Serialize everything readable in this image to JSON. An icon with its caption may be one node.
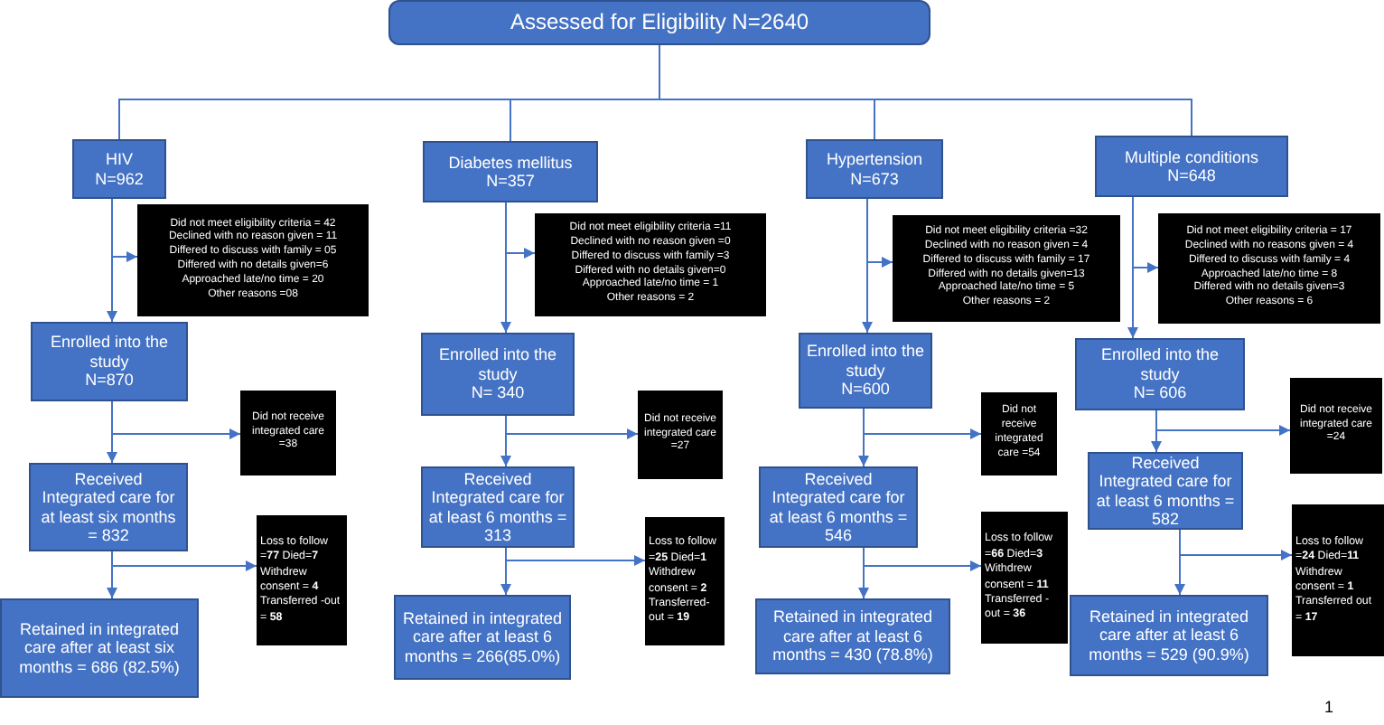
{
  "diagram": {
    "nodes": [
      {
        "text": [
          "Assessed for Eligibility N=2640"
        ]
      },
      {
        "text": [
          "HIV",
          "N=962"
        ]
      },
      {
        "text": [
          "Diabetes mellitus",
          "N=357"
        ]
      },
      {
        "text": [
          "Hypertension",
          "N=673"
        ]
      },
      {
        "text": [
          "Multiple conditions",
          "N=648"
        ]
      },
      {
        "text": [
          "Did not meet eligibility criteria = 42",
          "Declined with no reason given = 11",
          "Differed to discuss with family = 05",
          "Differed with no details given=6",
          "Approached late/no time = 20",
          "Other reasons =08"
        ]
      },
      {
        "text": [
          "Did not meet eligibility criteria =11",
          "Declined with no reason given =0",
          "Differed to discuss with family =3",
          "Differed with no details given=0",
          "Approached late/no time = 1",
          "Other reasons = 2"
        ]
      },
      {
        "text": [
          "Did not meet eligibility criteria =32",
          "Declined with no reason given = 4",
          "Differed to discuss with family = 17",
          "Differed with no details given=13",
          "Approached late/no time = 5",
          "Other reasons = 2"
        ]
      },
      {
        "text": [
          "Did not meet eligibility criteria = 17",
          "Declined with no reasons given = 4",
          "Differed to discuss with family = 4",
          "Approached late/no time = 8",
          "Differed with no details given=3",
          "Other reasons = 6"
        ]
      },
      {
        "text": [
          "Enrolled into the study",
          "N=870"
        ]
      },
      {
        "text": [
          "Enrolled into the study",
          "N= 340"
        ]
      },
      {
        "text": [
          "Enrolled into the study",
          "N=600"
        ]
      },
      {
        "text": [
          "Enrolled into the study",
          "N= 606"
        ]
      },
      {
        "text": [
          "Did not receive integrated care =38"
        ]
      },
      {
        "text": [
          "Did not receive integrated care =27"
        ]
      },
      {
        "text": [
          "Did not receive integrated care =54"
        ]
      },
      {
        "text": [
          "Did not receive integrated care =24"
        ]
      },
      {
        "text": [
          "Received Integrated care for at least six months = 832"
        ]
      },
      {
        "text": [
          "Received Integrated care for at least 6 months = 313"
        ]
      },
      {
        "text": [
          "Received Integrated care for at least 6 months = 546"
        ]
      },
      {
        "text": [
          "Received Integrated care for at least 6 months = 582"
        ]
      },
      {
        "text": [
          "Loss to follow =**77** Died=**7** Withdrew consent = **4** Transferred -out = **58**"
        ]
      },
      {
        "text": [
          "Loss to follow =**25** Died=**1** Withdrew consent = **2** Transferred-out = **19**"
        ]
      },
      {
        "text": [
          "Loss to follow =**66** Died=**3** Withdrew consent = **11** Transferred -out = **36**"
        ]
      },
      {
        "text": [
          "Loss to follow =**24** Died=**11** Withdrew consent = **1** Transferred out = **17**"
        ]
      },
      {
        "text": [
          "Retained in integrated care after at least six months = 686 (82.5%)"
        ]
      },
      {
        "text": [
          "Retained in integrated care after at least 6 months = 266(85.0%)"
        ]
      },
      {
        "text": [
          "Retained in integrated care after at least 6 months = 430 (78.8%)"
        ]
      },
      {
        "text": [
          "Retained in integrated care after at least 6 months = 529 (90.9%)"
        ]
      }
    ],
    "edges": [
      {
        "from": 0,
        "to": 1,
        "arrow": "none"
      },
      {
        "from": 0,
        "to": 2,
        "arrow": "none"
      },
      {
        "from": 0,
        "to": 3,
        "arrow": "none"
      },
      {
        "from": 0,
        "to": 4,
        "arrow": "none"
      },
      {
        "from": 1,
        "to": 5,
        "arrow": "to"
      },
      {
        "from": 1,
        "to": 9,
        "arrow": "to"
      },
      {
        "from": 9,
        "to": 13,
        "arrow": "to"
      },
      {
        "from": 9,
        "to": 17,
        "arrow": "to"
      },
      {
        "from": 17,
        "to": 21,
        "arrow": "to"
      },
      {
        "from": 17,
        "to": 25,
        "arrow": "to"
      },
      {
        "from": 2,
        "to": 6,
        "arrow": "to"
      },
      {
        "from": 2,
        "to": 10,
        "arrow": "to"
      },
      {
        "from": 10,
        "to": 14,
        "arrow": "to"
      },
      {
        "from": 10,
        "to": 18,
        "arrow": "to"
      },
      {
        "from": 18,
        "to": 22,
        "arrow": "to"
      },
      {
        "from": 18,
        "to": 26,
        "arrow": "to"
      },
      {
        "from": 3,
        "to": 7,
        "arrow": "to"
      },
      {
        "from": 3,
        "to": 11,
        "arrow": "to"
      },
      {
        "from": 11,
        "to": 15,
        "arrow": "to"
      },
      {
        "from": 11,
        "to": 19,
        "arrow": "to"
      },
      {
        "from": 19,
        "to": 23,
        "arrow": "to"
      },
      {
        "from": 19,
        "to": 27,
        "arrow": "to"
      },
      {
        "from": 4,
        "to": 8,
        "arrow": "to"
      },
      {
        "from": 4,
        "to": 12,
        "arrow": "to"
      },
      {
        "from": 12,
        "to": 16,
        "arrow": "to"
      },
      {
        "from": 12,
        "to": 20,
        "arrow": "to"
      },
      {
        "from": 20,
        "to": 24,
        "arrow": "to"
      },
      {
        "from": 20,
        "to": 28,
        "arrow": "to"
      }
    ],
    "labels": [
      "1"
    ]
  }
}
